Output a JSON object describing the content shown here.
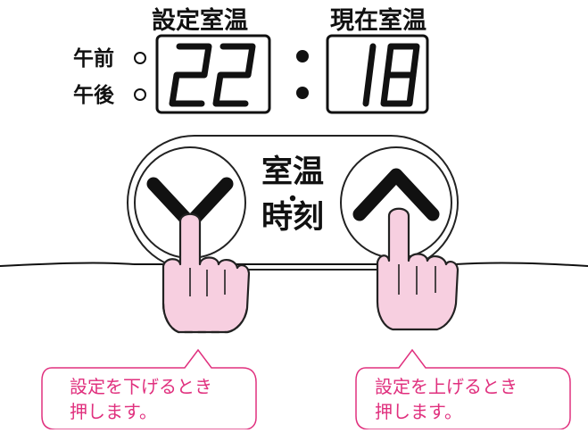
{
  "display": {
    "set_temp_label": "設定室温",
    "current_temp_label": "現在室温",
    "set_temp_value": "22",
    "current_temp_value": "18",
    "separator": ":"
  },
  "indicators": {
    "am_label": "午前",
    "pm_label": "午後",
    "am_lamp": "○",
    "pm_lamp": "○"
  },
  "control": {
    "label_line1": "室温",
    "label_dot": "・",
    "label_line2": "時刻",
    "down_icon": "chevron-down-icon",
    "up_icon": "chevron-up-icon"
  },
  "callouts": {
    "down": {
      "line1": "設定を下げるとき",
      "line2": "押します。"
    },
    "up": {
      "line1": "設定を上げるとき",
      "line2": "押します。"
    }
  },
  "colors": {
    "callout_border": "#e0307e",
    "callout_text": "#e0307e",
    "hand_fill": "#f7cfe0",
    "line": "#111111"
  }
}
